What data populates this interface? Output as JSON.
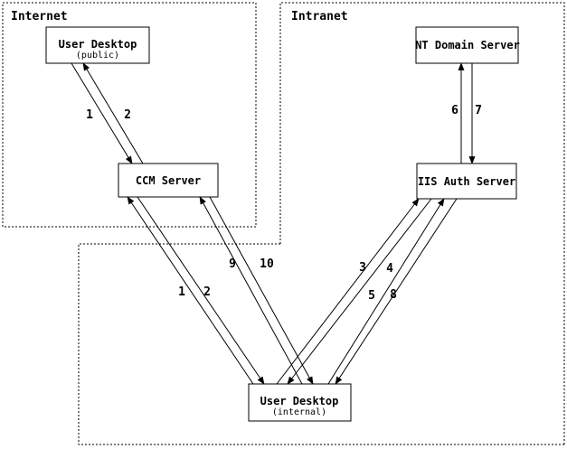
{
  "diagram": {
    "colors": {
      "background": "#ffffff",
      "line": "#000000",
      "box_fill": "#ffffff",
      "text": "#000000"
    },
    "zones": [
      {
        "label": "Internet"
      },
      {
        "label": "Intranet"
      },
      {
        "label": ""
      }
    ],
    "nodes": [
      {
        "title": "User Desktop",
        "subtitle": "(public)",
        "zone": "Internet"
      },
      {
        "title": "CCM Server",
        "subtitle": "",
        "zone": "Internet"
      },
      {
        "title": "NT Domain Server",
        "subtitle": "",
        "zone": "Intranet"
      },
      {
        "title": "IIS Auth Server",
        "subtitle": "",
        "zone": "Intranet"
      },
      {
        "title": "User Desktop",
        "subtitle": "(internal)",
        "zone": "internal"
      }
    ],
    "arrows": [
      {
        "label": "1",
        "from": "User Desktop (public)",
        "to": "CCM Server"
      },
      {
        "label": "2",
        "from": "CCM Server",
        "to": "User Desktop (public)"
      },
      {
        "label": "1",
        "from": "User Desktop (internal)",
        "to": "CCM Server"
      },
      {
        "label": "2",
        "from": "CCM Server",
        "to": "User Desktop (internal)"
      },
      {
        "label": "9",
        "from": "User Desktop (internal)",
        "to": "CCM Server"
      },
      {
        "label": "10",
        "from": "CCM Server",
        "to": "User Desktop (internal)"
      },
      {
        "label": "3",
        "from": "User Desktop (internal)",
        "to": "IIS Auth Server"
      },
      {
        "label": "4",
        "from": "IIS Auth Server",
        "to": "User Desktop (internal)"
      },
      {
        "label": "5",
        "from": "User Desktop (internal)",
        "to": "IIS Auth Server"
      },
      {
        "label": "8",
        "from": "IIS Auth Server",
        "to": "User Desktop (internal)"
      },
      {
        "label": "6",
        "from": "IIS Auth Server",
        "to": "NT Domain Server"
      },
      {
        "label": "7",
        "from": "NT Domain Server",
        "to": "IIS Auth Server"
      }
    ]
  }
}
